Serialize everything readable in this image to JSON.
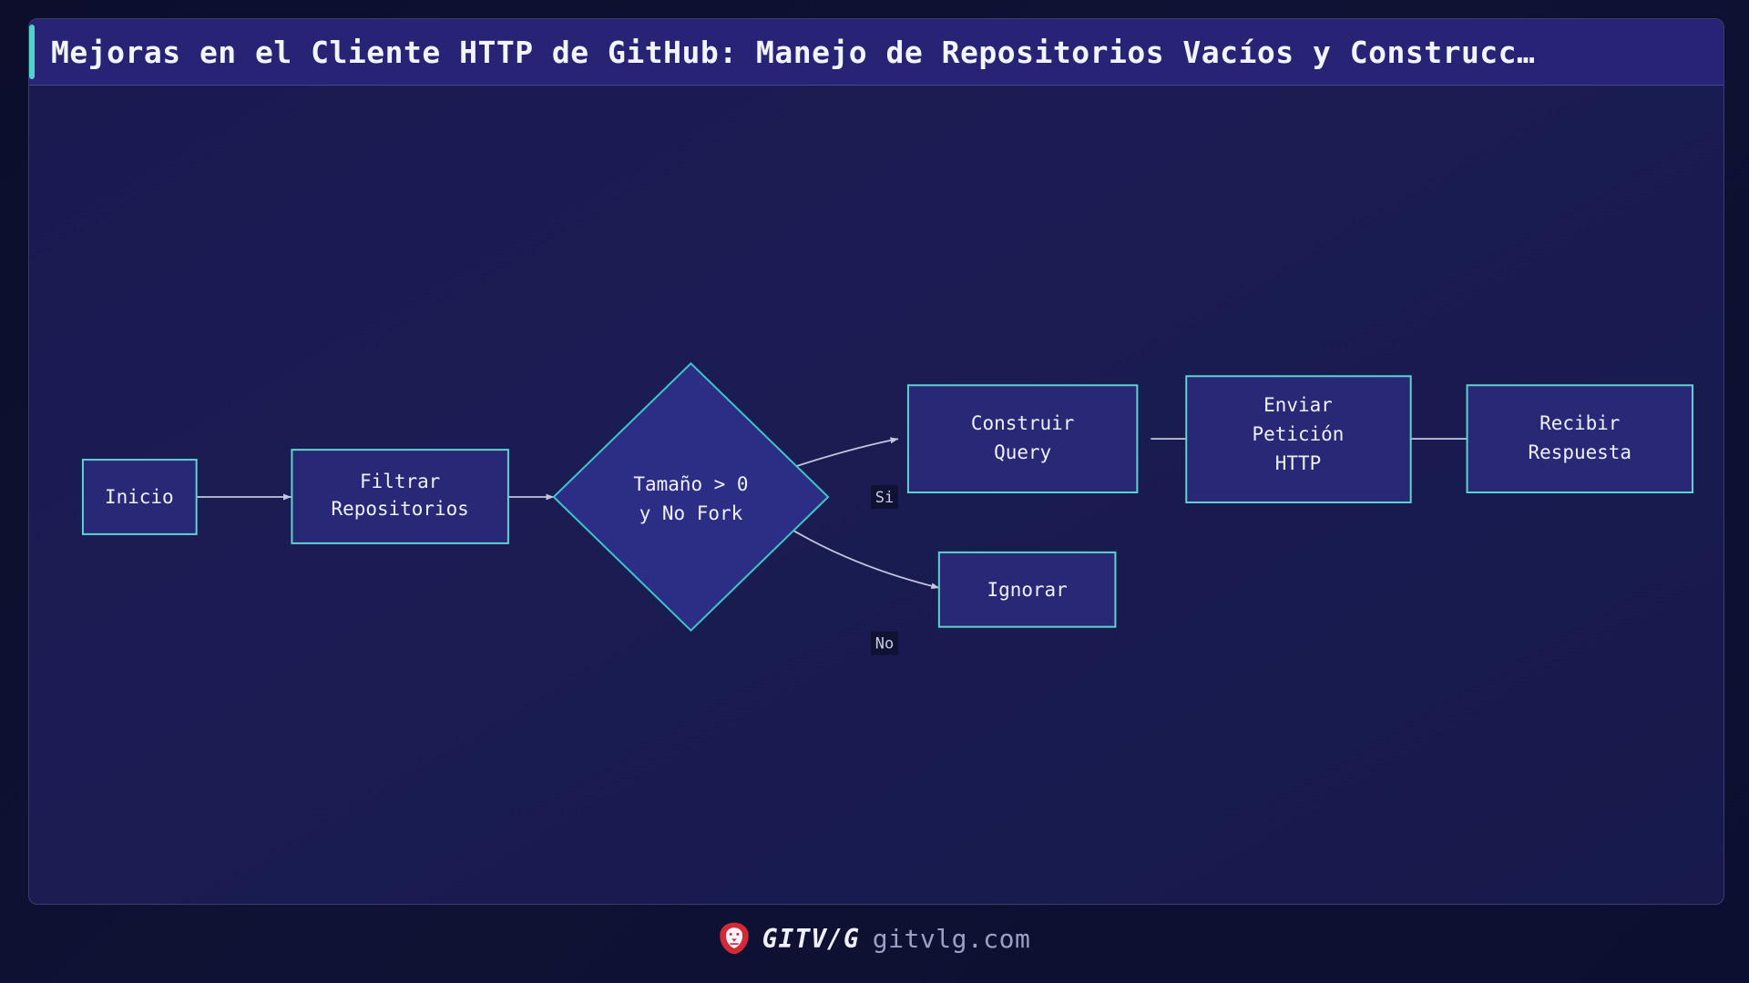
{
  "slide": {
    "title": "Mejoras en el Cliente HTTP de GitHub: Manejo de Repositorios Vacíos y Construcc…",
    "accent_color": "#4fd3cd",
    "title_bar_color": "#272475",
    "canvas_color": "#181a50"
  },
  "diagram": {
    "type": "flowchart",
    "direction": "left-to-right",
    "node_fill": "#282877",
    "node_border": "#5fd2cf",
    "edge_color": "#c3c6de",
    "nodes": [
      {
        "id": "inicio",
        "shape": "rect",
        "lines": [
          "Inicio"
        ]
      },
      {
        "id": "filtrar",
        "shape": "rect",
        "lines": [
          "Filtrar",
          "Repositorios"
        ]
      },
      {
        "id": "decision",
        "shape": "diamond",
        "lines": [
          "Tamaño > 0",
          "y No Fork"
        ]
      },
      {
        "id": "query",
        "shape": "rect",
        "lines": [
          "Construir",
          "Query"
        ]
      },
      {
        "id": "enviar",
        "shape": "rect",
        "lines": [
          "Enviar",
          "Petición",
          "HTTP"
        ]
      },
      {
        "id": "recibir",
        "shape": "rect",
        "lines": [
          "Recibir",
          "Respuesta"
        ]
      },
      {
        "id": "ignorar",
        "shape": "rect",
        "lines": [
          "Ignorar"
        ]
      }
    ],
    "edges": [
      {
        "from": "inicio",
        "to": "filtrar",
        "label": ""
      },
      {
        "from": "filtrar",
        "to": "decision",
        "label": ""
      },
      {
        "from": "decision",
        "to": "query",
        "label": "Si"
      },
      {
        "from": "decision",
        "to": "ignorar",
        "label": "No"
      },
      {
        "from": "query",
        "to": "enviar",
        "label": ""
      },
      {
        "from": "enviar",
        "to": "recibir",
        "label": ""
      }
    ]
  },
  "footer": {
    "logo": "lion-head-icon",
    "logo_color": "#d32b35",
    "brand": "GITV/G",
    "url": "gitvlg.com"
  }
}
